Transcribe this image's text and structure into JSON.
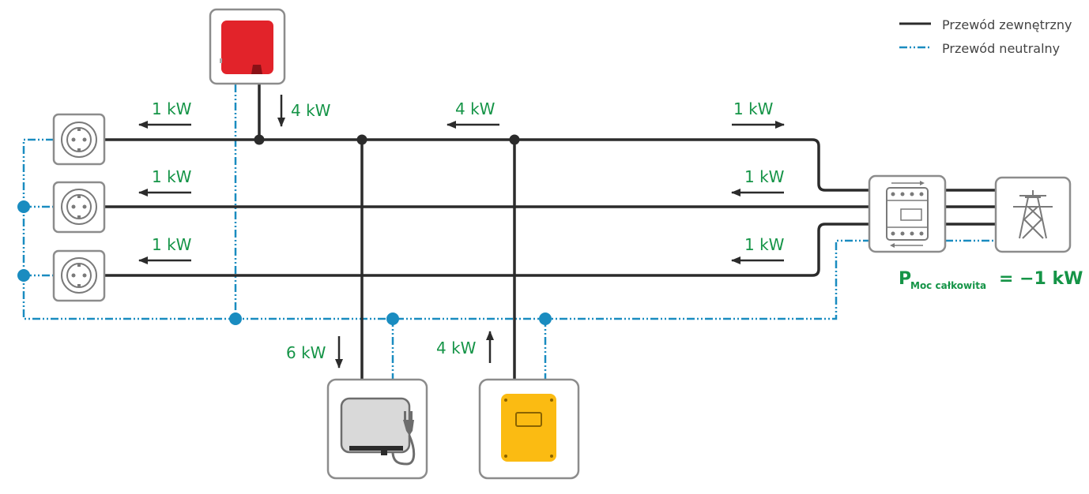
{
  "legend": {
    "outer_conductor": "Przewód zewnętrzny",
    "neutral_conductor": "Przewód neutralny"
  },
  "labels": {
    "inverter_top_power": "4 kW",
    "line1_left_power": "1 kW",
    "line2_left_power": "1 kW",
    "line3_left_power": "1 kW",
    "line1_middle_power": "4 kW",
    "line1_right_power": "1 kW",
    "line2_right_power": "1 kW",
    "line3_right_power": "1 kW",
    "charger_power": "6 kW",
    "battery_power": "4 kW"
  },
  "total": {
    "symbol": "P",
    "subscript": "Moc całkowita",
    "value": "= −1 kW"
  },
  "colors": {
    "outer": "#2b2b2b",
    "neutral": "#1a8cc0",
    "label_green": "#159447",
    "box_border": "#8c8c8c",
    "inverter_red": "#e2232a",
    "battery_yellow": "#fbbb12"
  },
  "icons": {
    "top_device": "red-inverter-icon",
    "charger": "ev-charger-icon",
    "battery_inverter": "yellow-battery-inverter-icon",
    "meter": "energy-meter-icon",
    "grid": "power-pylon-icon",
    "sockets": "power-socket-icon"
  }
}
